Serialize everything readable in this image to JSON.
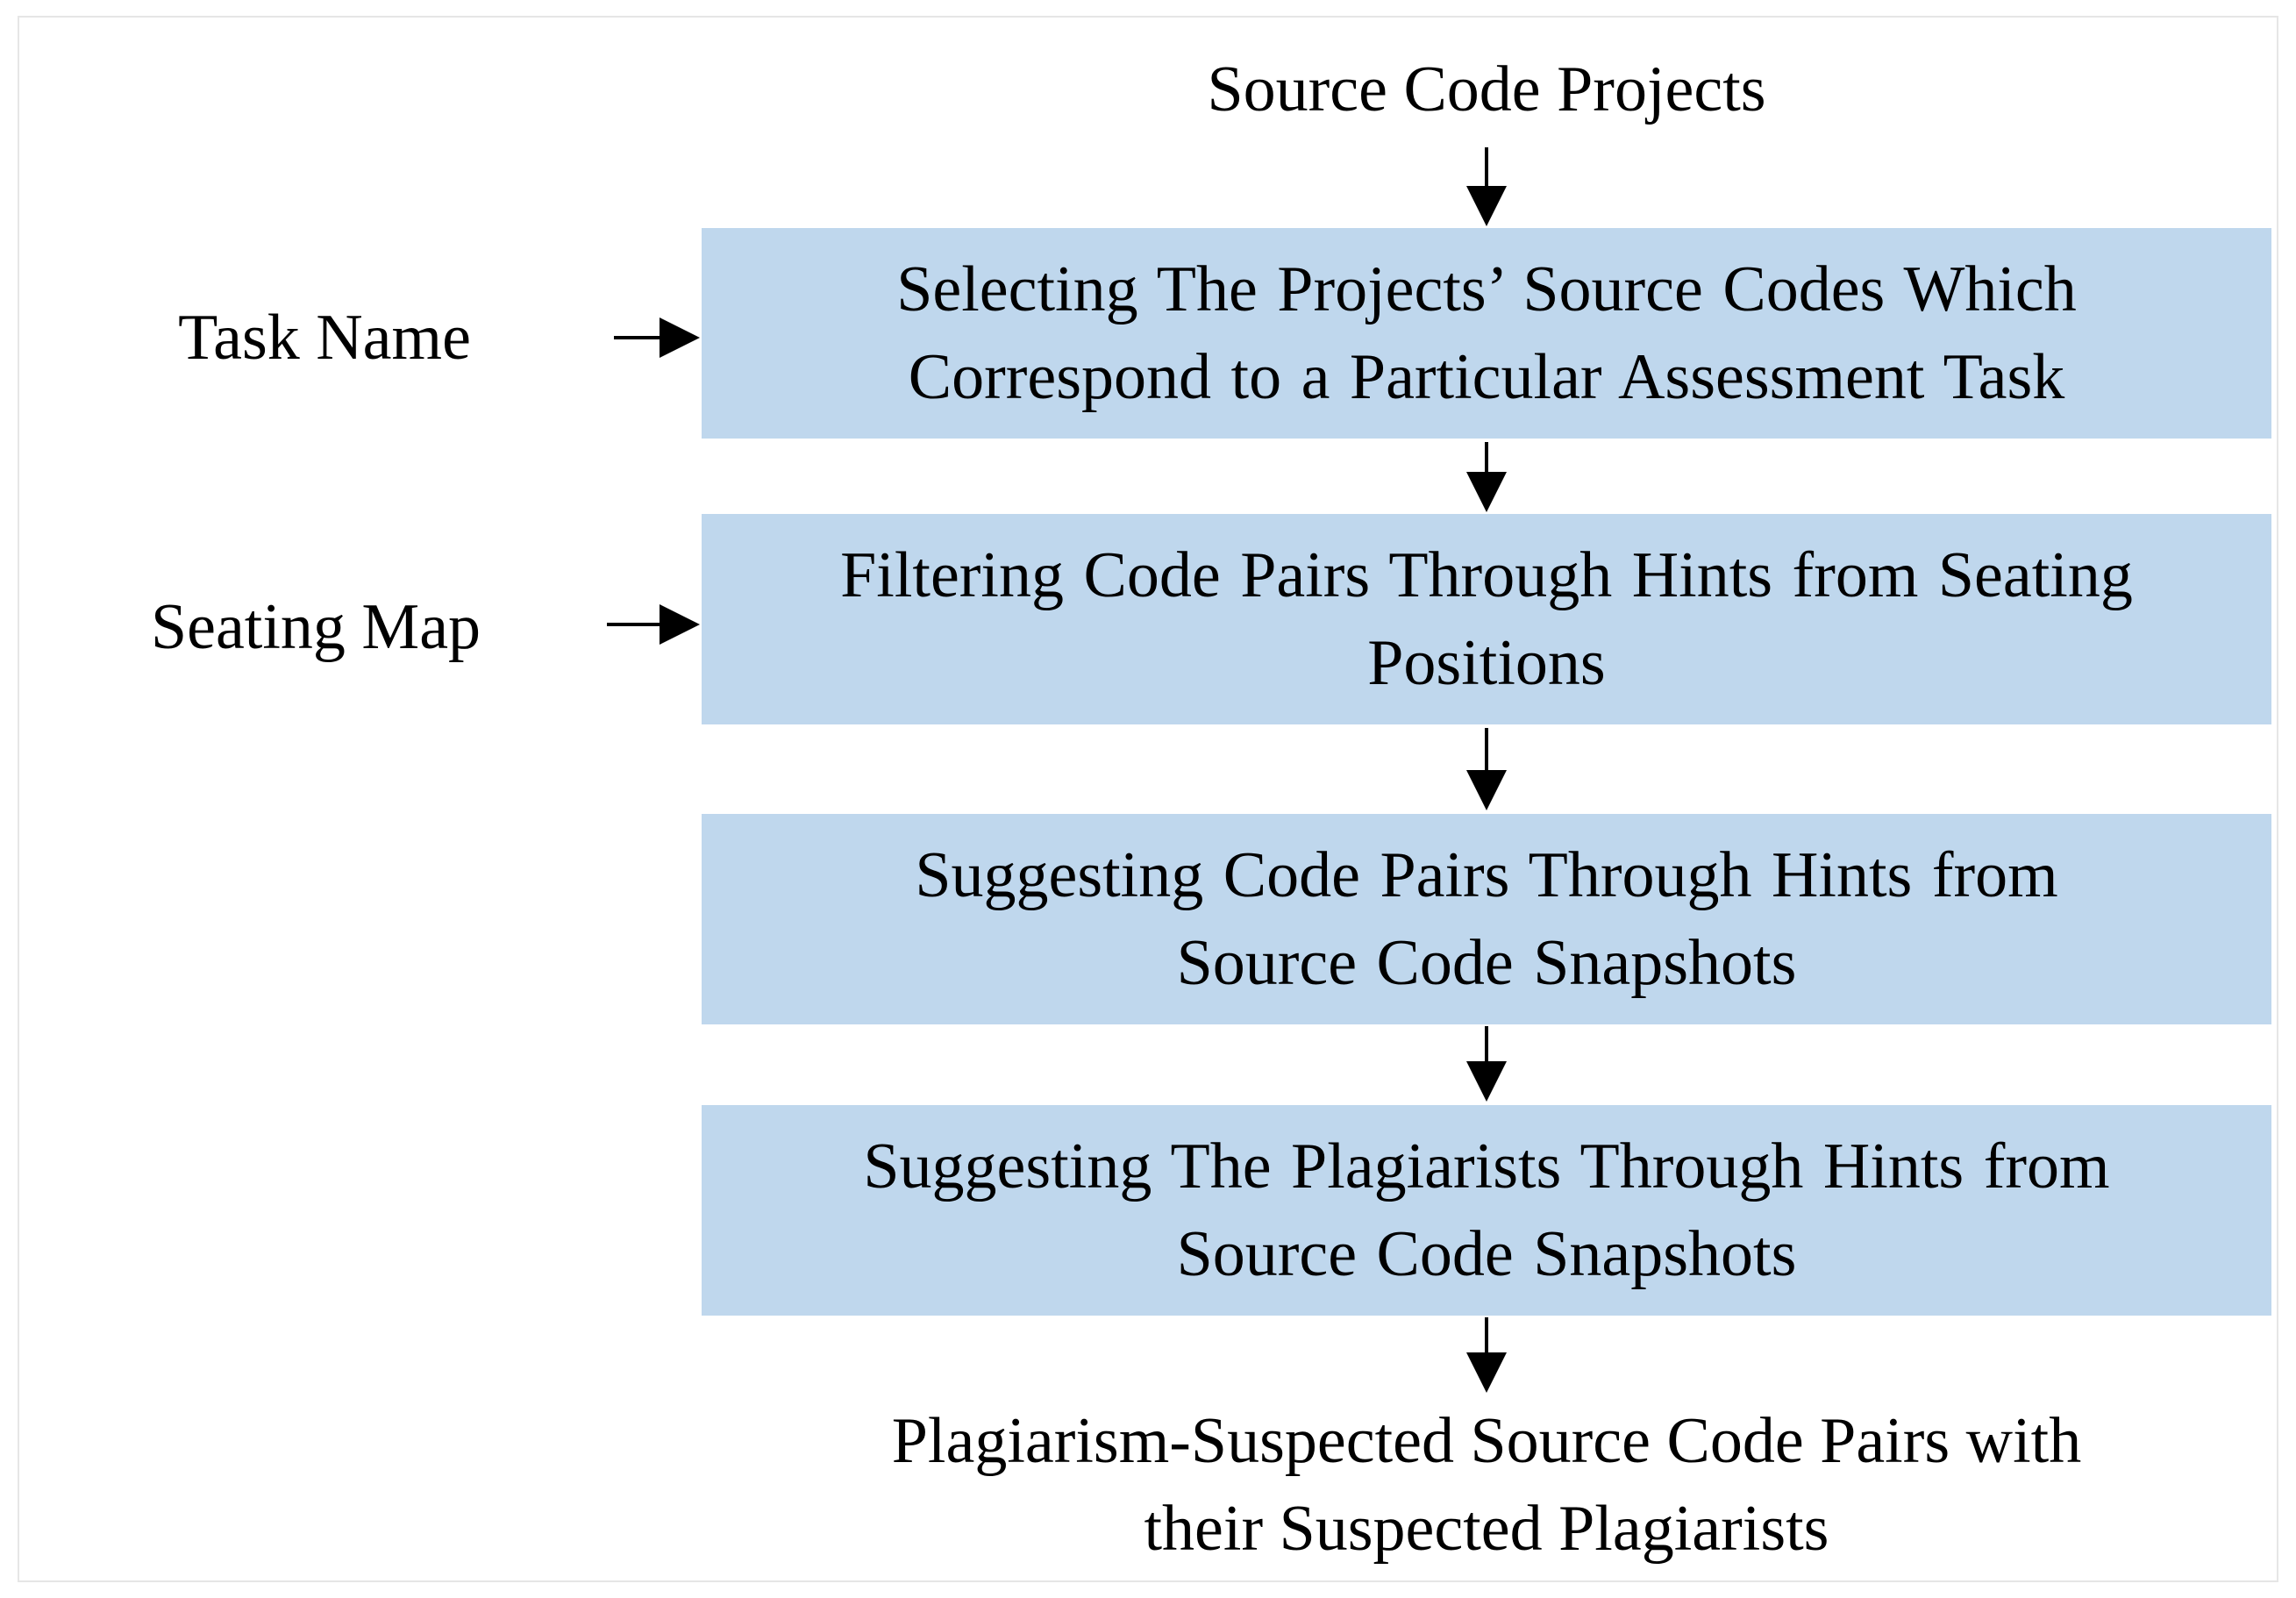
{
  "diagram": {
    "input_top": "Source Code Projects",
    "side_inputs": [
      {
        "label": "Task Name"
      },
      {
        "label": "Seating Map"
      }
    ],
    "steps": [
      {
        "label": "Selecting The Projects’ Source Codes Which\nCorrespond to a Particular Assessment Task"
      },
      {
        "label": "Filtering Code Pairs Through Hints from Seating\nPositions"
      },
      {
        "label": "Suggesting Code Pairs Through Hints from\nSource Code Snapshots"
      },
      {
        "label": "Suggesting The Plagiarists Through Hints from\nSource Code Snapshots"
      }
    ],
    "output": "Plagiarism-Suspected Source Code Pairs with\ntheir Suspected Plagiarists",
    "colors": {
      "step_fill": "#bfd7ed",
      "arrow": "#000000"
    }
  }
}
